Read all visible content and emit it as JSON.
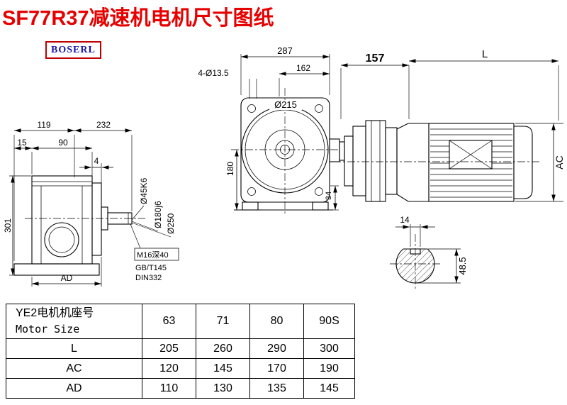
{
  "page": {
    "title": "SF77R37减速机电机尺寸图纸",
    "logo": "BOSERL"
  },
  "left_view": {
    "dim_width_1": "119",
    "dim_width_2": "232",
    "dim_offset": "15",
    "dim_flange_offset": "90",
    "dim_flange_thickness": "4",
    "dim_height": "301",
    "dim_ad": "AD",
    "shaft_diameter": "Ø45K6",
    "spigot_diameter": "Ø180j6",
    "flange_diameter": "Ø250",
    "note_tap": "M16深40",
    "note_std_1": "GB/T145",
    "note_std_2": "DIN332"
  },
  "front_view": {
    "dim_overall_width": "287",
    "dim_partial_width": "162",
    "dim_holes": "4-Ø13.5",
    "dim_bore": "Ø215",
    "dim_center_height": "180",
    "dim_foot": "34"
  },
  "motor_view": {
    "dim_gear_length": "157",
    "dim_motor_length": "L",
    "dim_motor_diameter": "AC"
  },
  "shaft_section": {
    "dim_key_width": "14",
    "dim_shaft_height": "48.5"
  },
  "table": {
    "header_line1": "YE2电机机座号",
    "header_line2": "Motor Size",
    "columns": [
      "63",
      "71",
      "80",
      "90S"
    ],
    "rows": [
      {
        "label": "L",
        "values": [
          "205",
          "260",
          "290",
          "300"
        ]
      },
      {
        "label": "AC",
        "values": [
          "120",
          "145",
          "170",
          "190"
        ]
      },
      {
        "label": "AD",
        "values": [
          "110",
          "130",
          "135",
          "145"
        ]
      }
    ]
  }
}
